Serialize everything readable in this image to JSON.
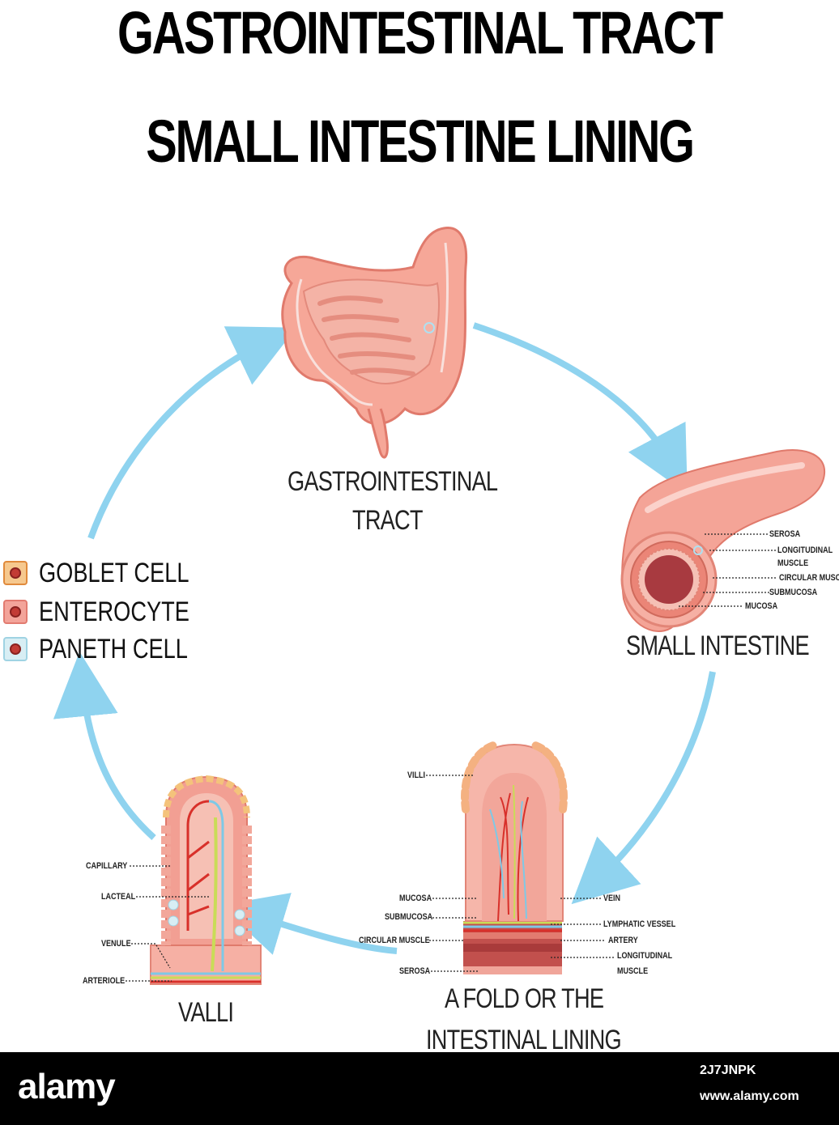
{
  "title": {
    "line1": "GASTROINTESTINAL TRACT",
    "line2": "SMALL INTESTINE LINING"
  },
  "stages": {
    "gi_tract": "GASTROINTESTINAL TRACT",
    "gi_tract_line1": "GASTROINTESTINAL",
    "gi_tract_line2": "TRACT",
    "small_intestine": "SMALL INTESTINE",
    "fold_line1": "A FOLD OR THE",
    "fold_line2": "INTESTINAL LINING",
    "valli": "VALLI"
  },
  "small_intestine_labels": {
    "serosa": "SEROSA",
    "longitudinal_1": "LONGITUDINAL",
    "longitudinal_2": "MUSCLE",
    "circular": "CIRCULAR MUSCLE",
    "submucosa": "SUBMUCOSA",
    "mucosa": "MUCOSA"
  },
  "fold_labels": {
    "villi": "VILLI",
    "mucosa": "MUCOSA",
    "submucosa": "SUBMUCOSA",
    "circular": "CIRCULAR MUSCLE",
    "serosa": "SEROSA",
    "vein": "VEIN",
    "lymphatic": "LYMPHATIC VESSEL",
    "artery": "ARTERY",
    "longitudinal_1": "LONGITUDINAL",
    "longitudinal_2": "MUSCLE"
  },
  "valli_labels": {
    "capillary": "CAPILLARY",
    "lacteal": "LACTEAL",
    "venule": "VENULE",
    "arteriole": "ARTERIOLE"
  },
  "legend": [
    {
      "label": "GOBLET CELL",
      "fill": "#f6c88e",
      "border": "#e08a3c"
    },
    {
      "label": "ENTEROCYTE",
      "fill": "#f3a49a",
      "border": "#e27b70"
    },
    {
      "label": "PANETH CELL",
      "fill": "#d8eef4",
      "border": "#9fd3e3"
    }
  ],
  "colors": {
    "arrow": "#8fd3ef",
    "tissue": "#f29a8c",
    "tissue_dark": "#d9695a",
    "muscle": "#b84a47",
    "vein": "#7ec9e6",
    "artery": "#d8302a",
    "lymph": "#c9dc57"
  },
  "footer": {
    "brand": "alamy",
    "image_id": "2J7JNPK",
    "url": "www.alamy.com"
  }
}
